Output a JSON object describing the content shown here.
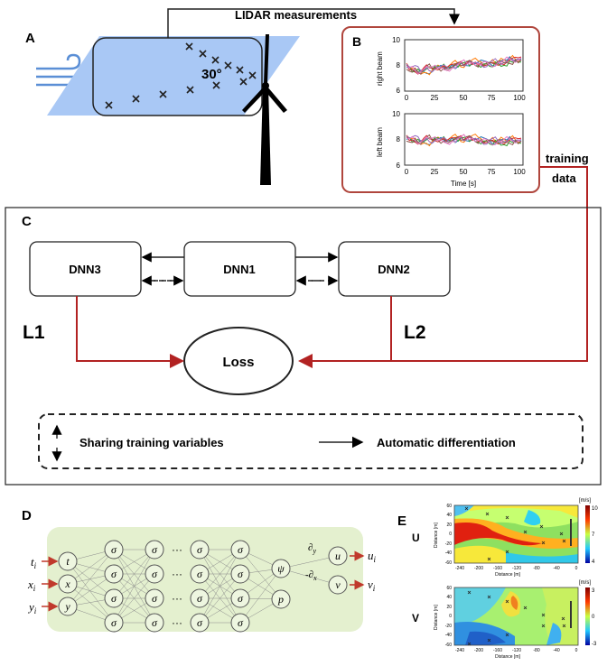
{
  "panels": {
    "a": "A",
    "b": "B",
    "c": "C",
    "d": "D",
    "e": "E"
  },
  "panel_a": {
    "title": "LIDAR measurements",
    "angle": "30°"
  },
  "panel_b": {
    "tick_8_top": "8",
    "tick_10_top": "10",
    "tick_6_top": "6",
    "tick_8_bot": "8",
    "tick_10_bot": "10",
    "tick_6_bot": "6",
    "x0": "0",
    "x25": "25",
    "x50": "50",
    "x75": "75",
    "x100": "100",
    "x0b": "0",
    "x25b": "25",
    "x50b": "50",
    "x75b": "75",
    "x100b": "100",
    "ylabel_top": "right beam",
    "ylabel_bot": "left beam",
    "xlabel": "Time [s]",
    "side_label_1": "training",
    "side_label_2": "data"
  },
  "panel_c": {
    "dnn3": "DNN3",
    "dnn1": "DNN1",
    "dnn2": "DNN2",
    "loss": "Loss",
    "l1": "L1",
    "l2": "L2",
    "legend_sharing": "Sharing training variables",
    "legend_autodiff": "Automatic differentiation"
  },
  "panel_d": {
    "in_t": "t",
    "in_t_sub": "i",
    "in_x": "x",
    "in_x_sub": "i",
    "in_y": "y",
    "in_y_sub": "i",
    "node_t": "t",
    "node_x": "x",
    "node_y": "y",
    "sigma": "σ",
    "dots": "···",
    "psi": "ψ",
    "p": "p",
    "u": "u",
    "v": "v",
    "dy": "∂",
    "dy_sub": "y",
    "dx": "-∂",
    "dx_sub": "x",
    "out_u": "u",
    "out_u_sub": "i",
    "out_v": "v",
    "out_v_sub": "i"
  },
  "panel_e": {
    "row_u": "U",
    "row_v": "V",
    "unit_u": "[m/s]",
    "unit_v": "[m/s]",
    "cb_u_top": "10",
    "cb_u_mid": "7",
    "cb_u_bot": "4",
    "cb_v_top": "3",
    "cb_v_mid": "0",
    "cb_v_bot": "-3",
    "ylabel": "Distance [m]",
    "xlabel": "Distance [m]",
    "xt1": "-240",
    "xt2": "-200",
    "xt3": "-160",
    "xt4": "-120",
    "xt5": "-80",
    "xt6": "-40",
    "xt7": "0",
    "yt1": "60",
    "yt2": "40",
    "yt3": "20",
    "yt4": "0",
    "yt5": "-20",
    "yt6": "-40",
    "yt7": "-60"
  },
  "colors": {
    "arrow_red": "#b22222",
    "lidar_plane": "#a9c8f5",
    "wind": "#5b8fd6",
    "box_red": "#b0463d",
    "nn_bg": "#e4f0cf"
  }
}
